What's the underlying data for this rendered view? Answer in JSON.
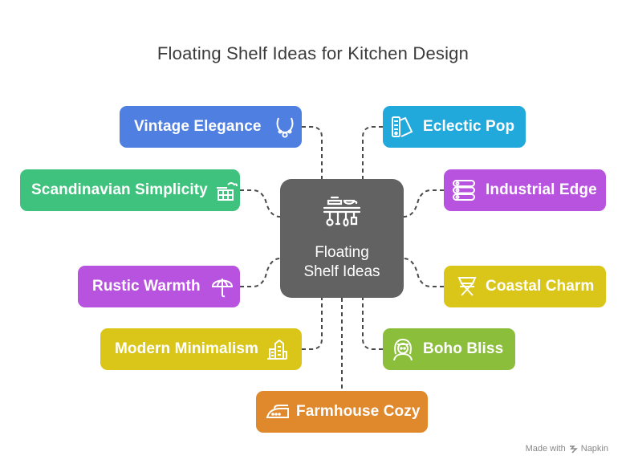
{
  "title": "Floating Shelf Ideas for Kitchen Design",
  "center": {
    "line1": "Floating",
    "line2": "Shelf Ideas",
    "icon": "kitchen-shelf-icon",
    "color": "#626262"
  },
  "nodes": [
    {
      "label": "Vintage Elegance",
      "icon": "necklace-icon",
      "color": "#4f7fe0"
    },
    {
      "label": "Eclectic Pop",
      "icon": "color-swatch-icon",
      "color": "#22a9dc"
    },
    {
      "label": "Scandinavian Simplicity",
      "icon": "house-chimney-icon",
      "color": "#3fc27d"
    },
    {
      "label": "Industrial Edge",
      "icon": "pipes-icon",
      "color": "#b853e0"
    },
    {
      "label": "Rustic Warmth",
      "icon": "umbrella-icon",
      "color": "#b853e0"
    },
    {
      "label": "Coastal Charm",
      "icon": "beach-chair-icon",
      "color": "#d9c619"
    },
    {
      "label": "Modern Minimalism",
      "icon": "buildings-icon",
      "color": "#d9c619"
    },
    {
      "label": "Boho Bliss",
      "icon": "woman-headband-icon",
      "color": "#8bbf3b"
    },
    {
      "label": "Farmhouse Cozy",
      "icon": "iron-icon",
      "color": "#e0892c"
    }
  ],
  "watermark": {
    "text": "Made with",
    "brand": "Napkin"
  }
}
